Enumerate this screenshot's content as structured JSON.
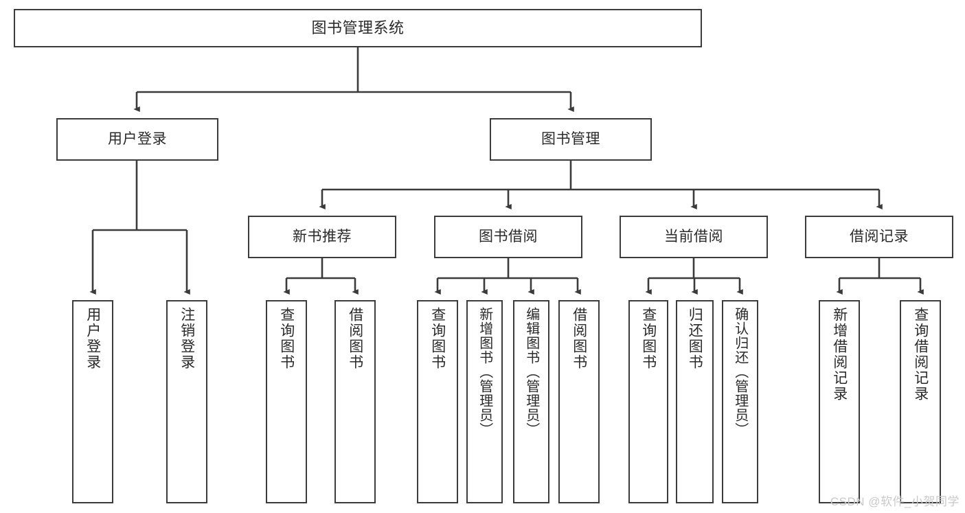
{
  "diagram": {
    "title": "图书管理系统",
    "type": "tree",
    "watermark": "CSDN @软件_小贺同学",
    "colors": {
      "stroke": "#3b3b3b",
      "fill": "#ffffff",
      "text": "#2a2a2a",
      "watermark": "#c9c9c9"
    },
    "nodes": {
      "root": {
        "label": "图书管理系统",
        "level": 1
      },
      "l2": [
        {
          "id": "user-login",
          "label": "用户登录",
          "level": 2
        },
        {
          "id": "book-manage",
          "label": "图书管理",
          "level": 2
        }
      ],
      "l3": [
        {
          "id": "new-book-recommend",
          "label": "新书推荐",
          "level": 3
        },
        {
          "id": "book-borrow",
          "label": "图书借阅",
          "level": 3
        },
        {
          "id": "current-borrow",
          "label": "当前借阅",
          "level": 3
        },
        {
          "id": "borrow-record",
          "label": "借阅记录",
          "level": 3
        }
      ],
      "leaves": [
        {
          "id": "leaf-user-login",
          "label": "用户登录",
          "parent": "user-login"
        },
        {
          "id": "leaf-logout-login",
          "label": "注销登录",
          "parent": "user-login"
        },
        {
          "id": "leaf-query-book-1",
          "label": "查询图书",
          "parent": "new-book-recommend"
        },
        {
          "id": "leaf-borrow-book-1",
          "label": "借阅图书",
          "parent": "new-book-recommend"
        },
        {
          "id": "leaf-query-book-2",
          "label": "查询图书",
          "parent": "book-borrow"
        },
        {
          "id": "leaf-add-book",
          "label": "新增图书（管理员）",
          "parent": "book-borrow"
        },
        {
          "id": "leaf-edit-book",
          "label": "编辑图书（管理员）",
          "parent": "book-borrow"
        },
        {
          "id": "leaf-borrow-book-2",
          "label": "借阅图书",
          "parent": "book-borrow"
        },
        {
          "id": "leaf-query-book-3",
          "label": "查询图书",
          "parent": "current-borrow"
        },
        {
          "id": "leaf-return-book",
          "label": "归还图书",
          "parent": "current-borrow"
        },
        {
          "id": "leaf-confirm-return",
          "label": "确认归还（管理员）",
          "parent": "current-borrow"
        },
        {
          "id": "leaf-add-record",
          "label": "新增借阅记录",
          "parent": "borrow-record"
        },
        {
          "id": "leaf-query-record",
          "label": "查询借阅记录",
          "parent": "borrow-record"
        }
      ]
    }
  }
}
